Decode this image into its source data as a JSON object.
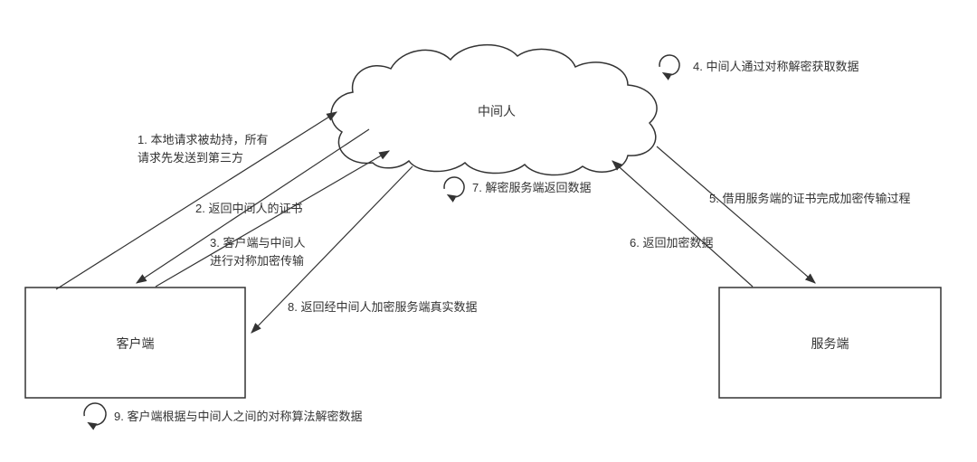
{
  "colors": {
    "stroke": "#333333",
    "background": "#ffffff",
    "text": "#333333"
  },
  "diagram": {
    "nodes": {
      "mitm": "中间人",
      "client": "客户端",
      "server": "服务端"
    },
    "labels": {
      "step1": "1. 本地请求被劫持，所有\n请求先发送到第三方",
      "step2": "2. 返回中间人的证书",
      "step3": "3. 客户端与中间人\n进行对称加密传输",
      "step4": "4. 中间人通过对称解密获取数据",
      "step5": "5. 借用服务端的证书完成加密传输过程",
      "step6": "6. 返回加密数据",
      "step7": "7. 解密服务端返回数据",
      "step8": "8. 返回经中间人加密服务端真实数据",
      "step9": "9. 客户端根据与中间人之间的对称算法解密数据"
    }
  }
}
